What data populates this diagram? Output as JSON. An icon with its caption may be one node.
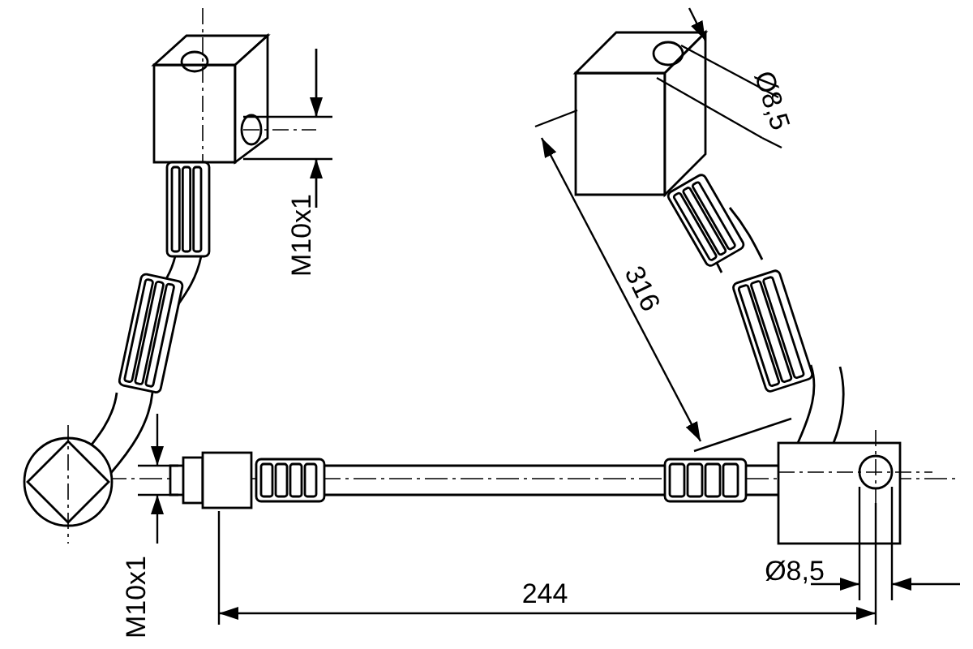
{
  "diagram": {
    "labels": [
      "M10x1",
      "Ø8,5",
      "316",
      "M10x1",
      "244",
      "Ø8,5"
    ]
  }
}
